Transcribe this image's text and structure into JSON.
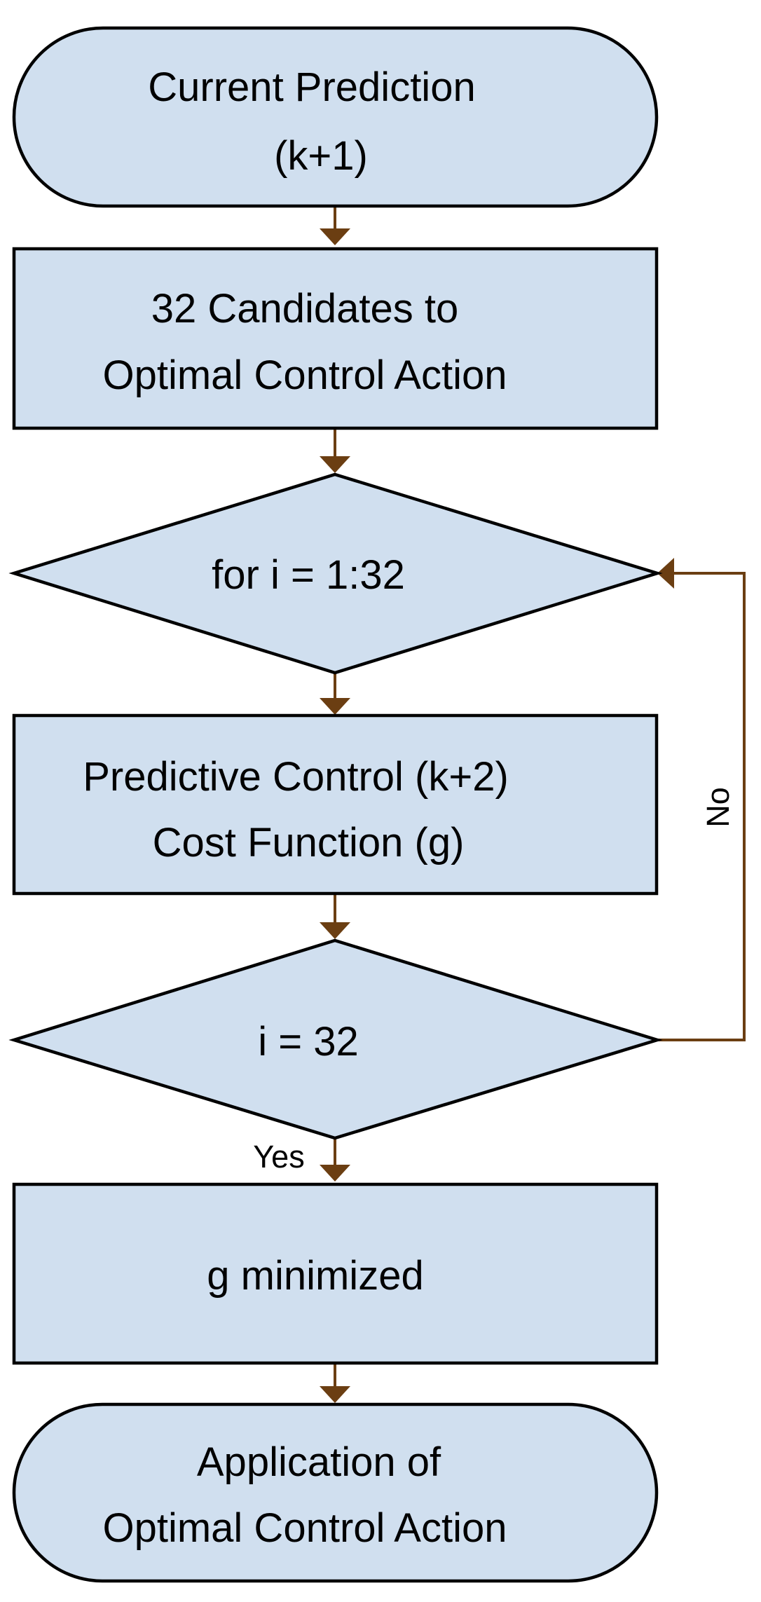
{
  "diagram": {
    "type": "flowchart",
    "colors": {
      "node_fill": "#d0dfef",
      "node_stroke": "#000000",
      "connector": "#6b3e12"
    },
    "nodes": [
      {
        "id": "start",
        "shape": "terminal",
        "lines": [
          "Current Prediction",
          "(k+1)"
        ]
      },
      {
        "id": "candidates",
        "shape": "process",
        "lines": [
          "32 Candidates to",
          "Optimal Control Action"
        ]
      },
      {
        "id": "loop",
        "shape": "decision",
        "lines": [
          "for i = 1:32"
        ]
      },
      {
        "id": "predictive",
        "shape": "process",
        "lines": [
          "Predictive Control (k+2)",
          "Cost Function (g)"
        ]
      },
      {
        "id": "check",
        "shape": "decision",
        "lines": [
          "i = 32"
        ]
      },
      {
        "id": "minimize",
        "shape": "process",
        "lines": [
          "g minimized"
        ]
      },
      {
        "id": "end",
        "shape": "terminal",
        "lines": [
          "Application of",
          "Optimal Control Action"
        ]
      }
    ],
    "edges": [
      {
        "from": "start",
        "to": "candidates",
        "label": ""
      },
      {
        "from": "candidates",
        "to": "loop",
        "label": ""
      },
      {
        "from": "loop",
        "to": "predictive",
        "label": ""
      },
      {
        "from": "predictive",
        "to": "check",
        "label": ""
      },
      {
        "from": "check",
        "to": "minimize",
        "label": "Yes"
      },
      {
        "from": "check",
        "to": "loop",
        "label": "No"
      },
      {
        "from": "minimize",
        "to": "end",
        "label": ""
      }
    ]
  }
}
